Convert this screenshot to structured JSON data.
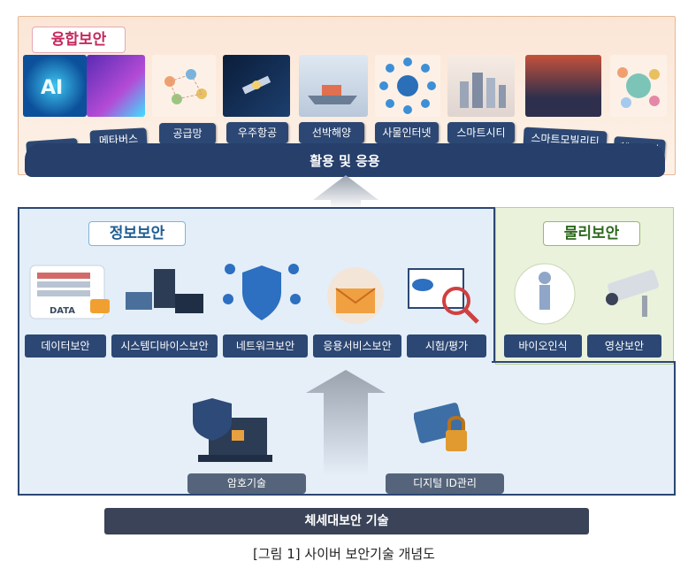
{
  "top": {
    "title": "융합보안",
    "tags": [
      "인공지능",
      "메타버스",
      "공급망",
      "우주항공",
      "선박해양",
      "사물인터넷",
      "스마트시티",
      "스마트모빌리티",
      "헬스케어"
    ],
    "usage_label": "활용 및 응용"
  },
  "info_security": {
    "title": "정보보안",
    "items": [
      "데이터보안",
      "시스템디바이스보안",
      "네트워크보안",
      "응용서비스보안",
      "시험/평가"
    ],
    "data_icon_text": "DATA"
  },
  "physical_security": {
    "title": "물리보안",
    "items": [
      "바이오인식",
      "영상보안"
    ]
  },
  "technologies": {
    "items": [
      "암호기술",
      "디지털 ID관리"
    ]
  },
  "base_label": "체세대보안 기술",
  "caption": "[그림 1] 사이버 보안기술 개념도",
  "colors": {
    "navy": "#2c4773",
    "pink": "#c42a5c",
    "green": "#2f6a1e"
  }
}
